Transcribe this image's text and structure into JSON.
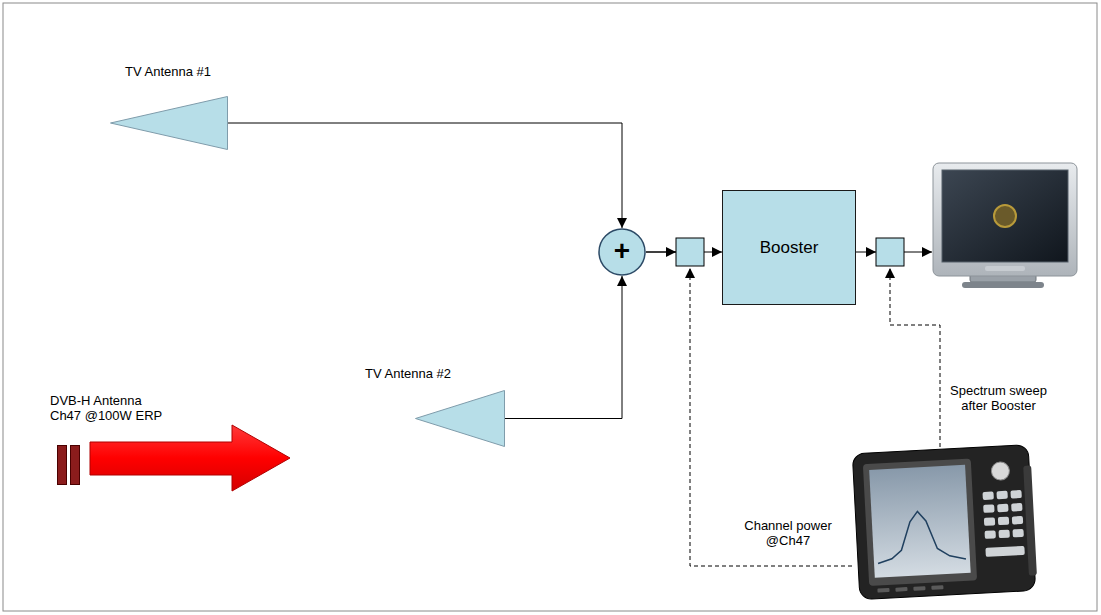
{
  "diagram": {
    "nodes": [
      {
        "text": [
          "TV Antenna #1"
        ]
      },
      {
        "text": [
          "+"
        ]
      },
      {
        "text": [
          "Booster"
        ]
      },
      {
        "text": [
          "TV Antenna #2"
        ]
      },
      {
        "text": [
          "DVB-H Antenna Ch47 @100W ERP"
        ]
      }
    ],
    "edges": [
      {
        "from": 0,
        "to": 1,
        "arrow": "to"
      },
      {
        "from": 3,
        "to": 1,
        "arrow": "to"
      },
      {
        "from": 1,
        "to": 2,
        "arrow": "to"
      }
    ],
    "labels": [
      "Channel power @Ch47",
      "Spectrum sweep after Booster"
    ]
  }
}
